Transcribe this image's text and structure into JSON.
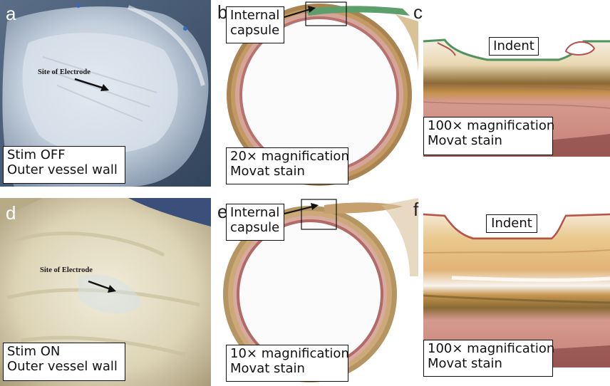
{
  "panels": {
    "a": {
      "letter": "a",
      "site_label": "Site of Electrode",
      "caption_line1": "Stim OFF",
      "caption_line2": "Outer vessel wall"
    },
    "b": {
      "letter": "b",
      "callout_line1": "Internal",
      "callout_line2": "capsule",
      "caption_line1": "20× magnification",
      "caption_line2": "Movat stain"
    },
    "c": {
      "letter": "c",
      "indent_label": "Indent",
      "caption_line1": "100× magnification",
      "caption_line2": "Movat stain"
    },
    "d": {
      "letter": "d",
      "site_label": "Site of Electrode",
      "caption_line1": "Stim ON",
      "caption_line2": "Outer vessel wall"
    },
    "e": {
      "letter": "e",
      "callout_line1": "Internal",
      "callout_line2": "capsule",
      "caption_line1": "10× magnification",
      "caption_line2": "Movat stain"
    },
    "f": {
      "letter": "f",
      "indent_label": "Indent",
      "caption_line1": "100× magnification",
      "caption_line2": "Movat stain"
    }
  },
  "colors": {
    "tissue_blue": "#a9b8c8",
    "tissue_cream": "#e8e0c8",
    "vessel_pink": "#c98a86",
    "adventitia_brown": "#8a6a3a",
    "stain_green": "#5a9a6a",
    "muscle_red": "#c97f7a"
  }
}
